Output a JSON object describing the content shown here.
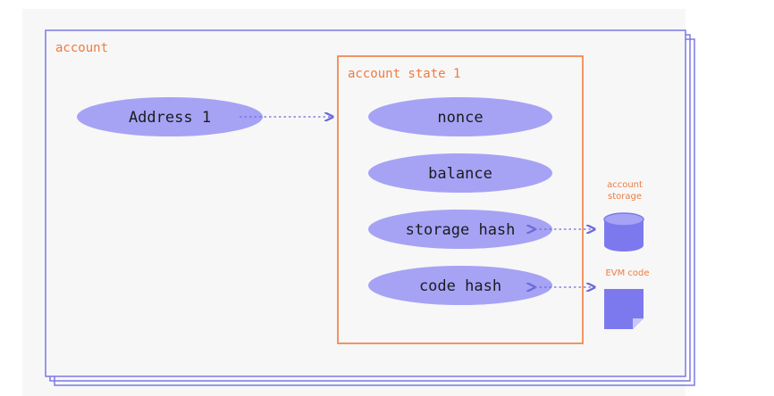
{
  "diagram": {
    "account_label": "account",
    "address_label": "Address 1",
    "state_label": "account state 1",
    "fields": {
      "nonce": "nonce",
      "balance": "balance",
      "storage_hash": "storage hash",
      "code_hash": "code hash"
    },
    "storage_label_line1": "account",
    "storage_label_line2": "storage",
    "code_label": "EVM code"
  },
  "colors": {
    "canvas_bg": "#f7f7f7",
    "frame_stroke": "#7b78e6",
    "accent_orange": "#f07b3f",
    "ellipse_fill": "#a6a3f5",
    "arrow_stroke": "#6d6ad8",
    "icon_fill": "#7c79ef",
    "text_dark": "#1b1b1f"
  }
}
